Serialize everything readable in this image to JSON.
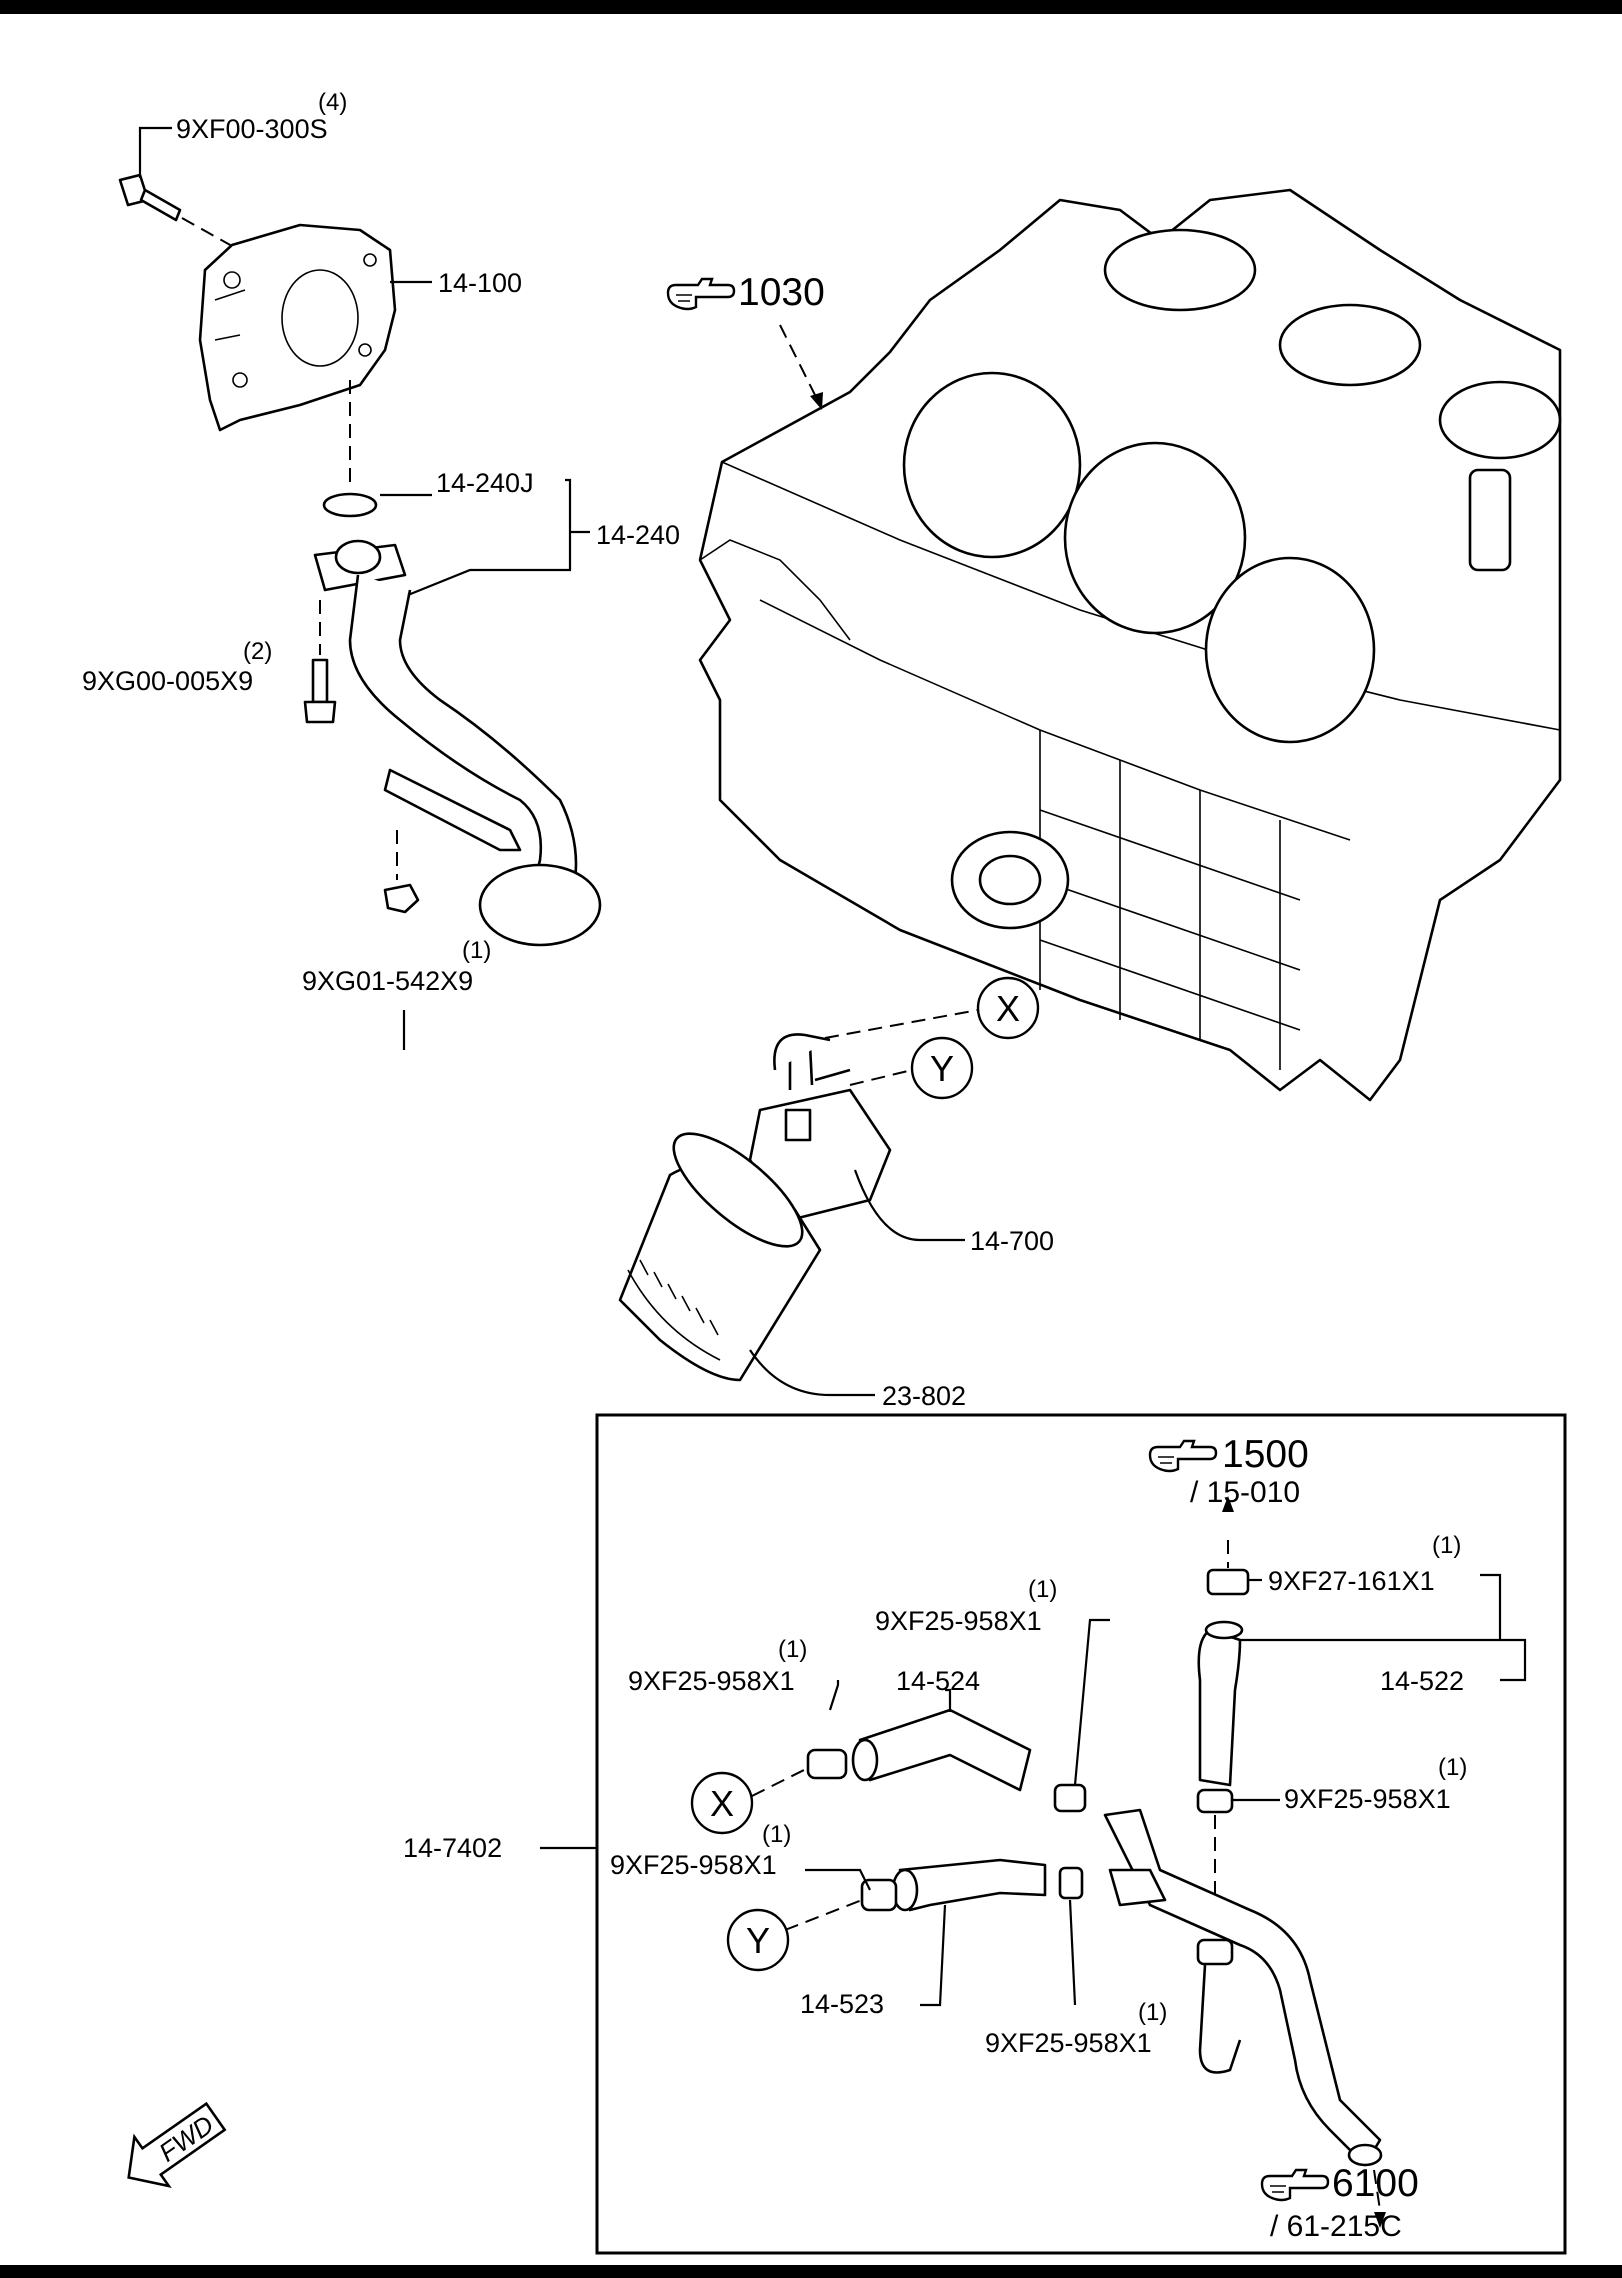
{
  "labels": {
    "oil_pump_bolt_qty": "(4)",
    "oil_pump_bolt": "9XF00-300S",
    "oil_pump": "14-100",
    "strainer_gasket": "14-240J",
    "oil_strainer": "14-240",
    "strainer_bolt_qty": "(2)",
    "strainer_bolt": "9XG00-005X9",
    "strainer_nut_qty": "(1)",
    "strainer_nut": "9XG01-542X9",
    "oil_cooler": "14-700",
    "oil_filter": "23-802",
    "cooler_hose_assy": "14-7402",
    "clamp_x_qty": "(1)",
    "clamp_x": "9XF25-958X1",
    "hose_x": "14-524",
    "clamp_top_qty": "(1)",
    "clamp_top": "9XF25-958X1",
    "cap_qty": "(1)",
    "cap": "9XF27-161X1",
    "hose_upper": "14-522",
    "clamp_right_qty": "(1)",
    "clamp_right": "9XF25-958X1",
    "clamp_y_qty": "(1)",
    "clamp_y": "9XF25-958X1",
    "hose_y": "14-523",
    "clamp_bottom_qty": "(1)",
    "clamp_bottom": "9XF25-958X1"
  },
  "references": {
    "engine_block": "1030",
    "upper_ref": "1500",
    "upper_sub": "/ 15-010",
    "lower_ref": "6100",
    "lower_sub": "/ 61-215C"
  },
  "connectors": {
    "x": "X",
    "y": "Y"
  },
  "fwd_label": "FWD"
}
